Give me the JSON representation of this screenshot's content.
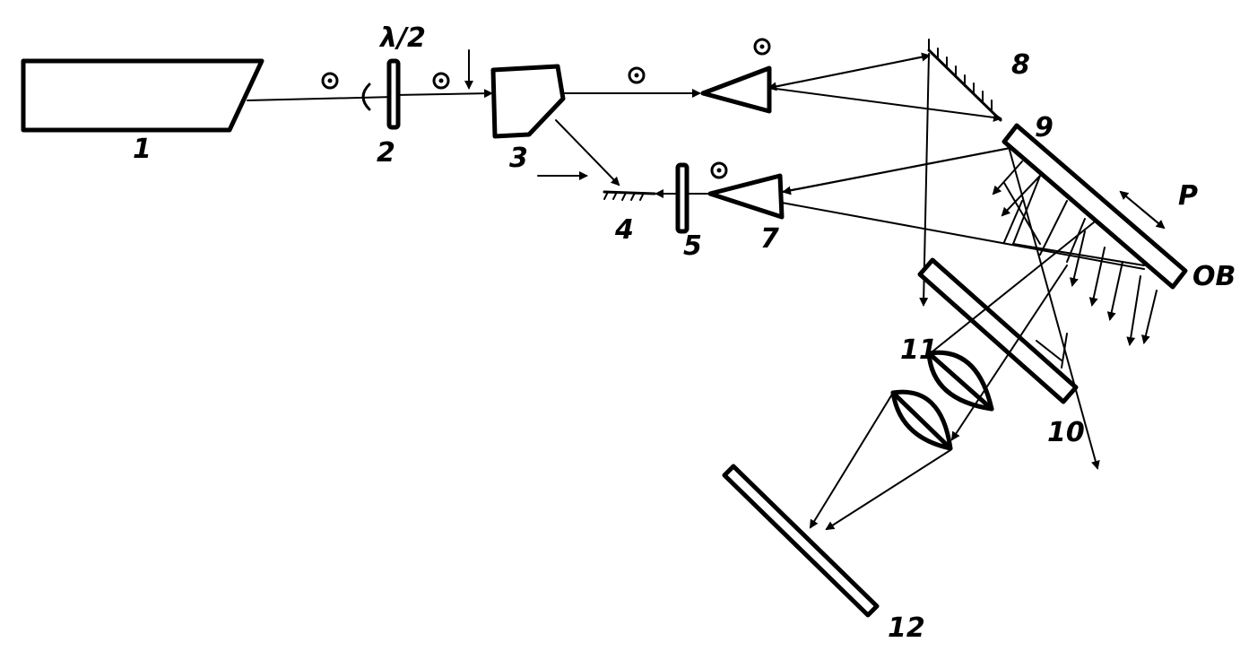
{
  "labels": {
    "laser": "1",
    "half_wave": "2",
    "lambda": "λ/2",
    "prism_3": "3",
    "mirror_4": "4",
    "plate_5": "5",
    "prism_7": "7",
    "mirror_8": "8",
    "plate_9": "9",
    "plate_10": "10",
    "lens_11": "11",
    "screen_12": "12",
    "pol_p": "P",
    "obj": "ОВ"
  }
}
